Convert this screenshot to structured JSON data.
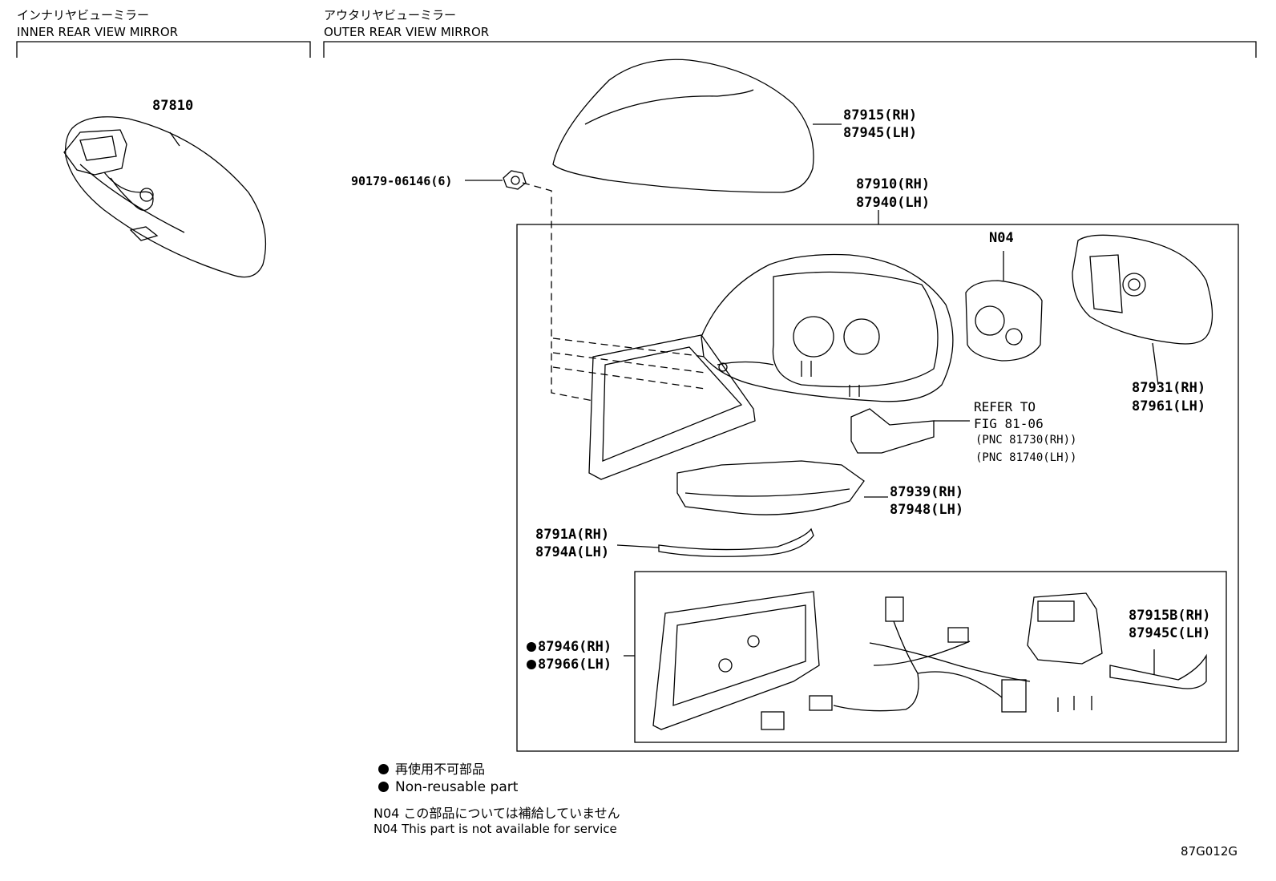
{
  "sections": {
    "inner": {
      "ja": "インナリヤビューミラー",
      "en": "INNER REAR VIEW MIRROR"
    },
    "outer": {
      "ja": "アウタリヤビューミラー",
      "en": "OUTER REAR VIEW MIRROR"
    }
  },
  "parts": {
    "inner_mirror": "87810",
    "clip": "90179-06146(6)",
    "cover_rh": "87915(RH)",
    "cover_lh": "87945(LH)",
    "mirror_assy_rh": "87910(RH)",
    "mirror_assy_lh": "87940(LH)",
    "n04": "N04",
    "body_rh": "87931(RH)",
    "body_lh": "87961(LH)",
    "refer_to": "REFER TO",
    "refer_fig": "FIG 81-06",
    "refer_pnc_rh": "(PNC 81730(RH))",
    "refer_pnc_lh": "(PNC 81740(LH))",
    "visor_rh": "87939(RH)",
    "visor_lh": "87948(LH)",
    "garnish_rh": "8791A(RH)",
    "garnish_lh": "8794A(LH)",
    "mirror_sub_rh": "87946(RH)",
    "mirror_sub_lh": "87966(LH)",
    "actuator_rh": "87915B(RH)",
    "actuator_lh": "87945C(LH)"
  },
  "legend": {
    "nonreusable_ja": "再使用不可部品",
    "nonreusable_en": "Non-reusable part",
    "n04_ja": "N04 この部品については補給していません",
    "n04_en": "N04 This part is not available for service"
  },
  "figure_code": "87G012G"
}
